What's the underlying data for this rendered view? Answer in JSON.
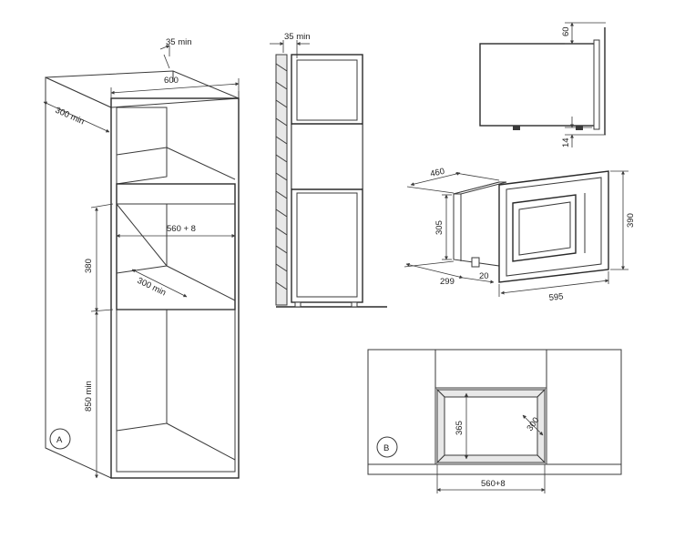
{
  "labels": {
    "a_depth_gap": "35 min",
    "a_width": "600",
    "a_depth": "300 min",
    "a_opening_width": "560 + 8",
    "a_shelf_depth": "300 min",
    "a_opening_height": "380",
    "a_base_height": "850 min",
    "side_gap": "35 min",
    "top_gap": "60",
    "bottom_gap": "14",
    "app_depth": "460",
    "app_body_height": "305",
    "app_front_height": "390",
    "app_front_width": "595",
    "app_body_depth": "299",
    "app_frame_depth": "20",
    "b_height": "365",
    "b_depth": "300",
    "b_width": "560+8"
  },
  "markers": {
    "a": "A",
    "b": "B"
  }
}
